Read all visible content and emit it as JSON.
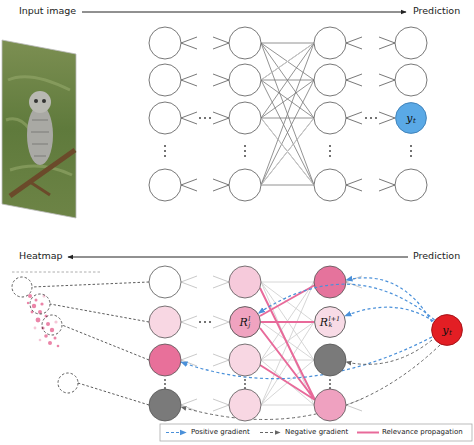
{
  "diagram": {
    "nodes": [
      {
        "text": [
          "y",
          "t"
        ]
      },
      {
        "text": [
          "R",
          "j",
          "l"
        ]
      },
      {
        "text": [
          "R",
          "k",
          "l+1"
        ]
      },
      {
        "text": [
          "y",
          "t"
        ]
      }
    ],
    "edges": [
      {
        "from": 3,
        "to": 1,
        "arrow": "to"
      },
      {
        "from": 3,
        "to": 2,
        "arrow": "to"
      },
      {
        "from": 1,
        "to": 2,
        "arrow": "none"
      }
    ],
    "labels": [
      "Input image",
      "Prediction",
      "Heatmap",
      "Prediction"
    ],
    "legend": [
      {
        "text": "Positive gradient"
      },
      {
        "text": "Negative gradient"
      },
      {
        "text": "Relevance propagation"
      }
    ]
  }
}
